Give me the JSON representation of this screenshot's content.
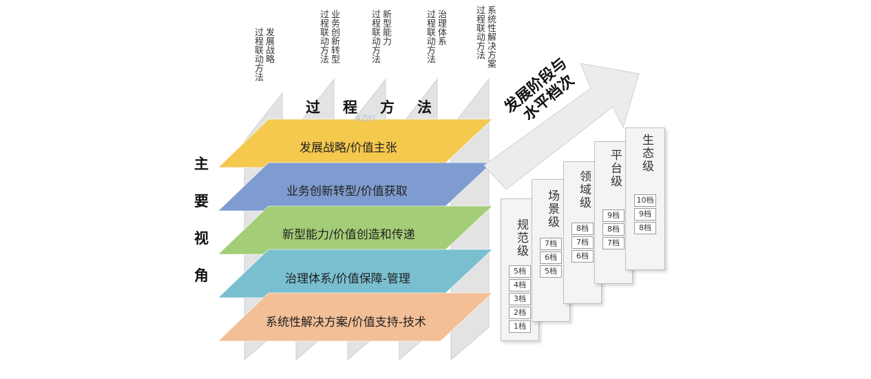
{
  "top_labels": [
    {
      "line1": "发展战略",
      "line2": "过程联动方法"
    },
    {
      "line1": "业务创新转型",
      "line2": "过程联动方法"
    },
    {
      "line1": "新型能力",
      "line2": "过程联动方法"
    },
    {
      "line1": "治理体系",
      "line2": "过程联动方法"
    },
    {
      "line1": "系统性解决方案",
      "line2": "过程联动方法"
    }
  ],
  "process_title": [
    "过",
    "程",
    "方",
    "法"
  ],
  "main_view": [
    "主",
    "要",
    "视",
    "角"
  ],
  "layers": [
    {
      "label": "发展战略/价值主张",
      "color": "#f5c84e"
    },
    {
      "label": "业务创新转型/价值获取",
      "color": "#7e9ccf"
    },
    {
      "label": "新型能力/价值创造和传递",
      "color": "#a3cd76"
    },
    {
      "label": "治理体系/价值保障-管理",
      "color": "#79bfcf"
    },
    {
      "label": "系统性解决方案/价值支持-技术",
      "color": "#f3bf97"
    }
  ],
  "arrow": {
    "line1": "发展阶段与",
    "line2": "水平档次"
  },
  "levels": [
    {
      "name": "规范级",
      "tiers": [
        "5档",
        "4档",
        "3档",
        "2档",
        "1档"
      ]
    },
    {
      "name": "场景级",
      "tiers": [
        "7档",
        "6档",
        "5档"
      ]
    },
    {
      "name": "领域级",
      "tiers": [
        "8档",
        "7档",
        "6档"
      ]
    },
    {
      "name": "平台级",
      "tiers": [
        "9档",
        "8档",
        "7档"
      ]
    },
    {
      "name": "生态级",
      "tiers": [
        "10档",
        "9档",
        "8档"
      ]
    }
  ],
  "colors": {
    "pillar": "#e3e3e3",
    "arrow": "#ececec"
  }
}
